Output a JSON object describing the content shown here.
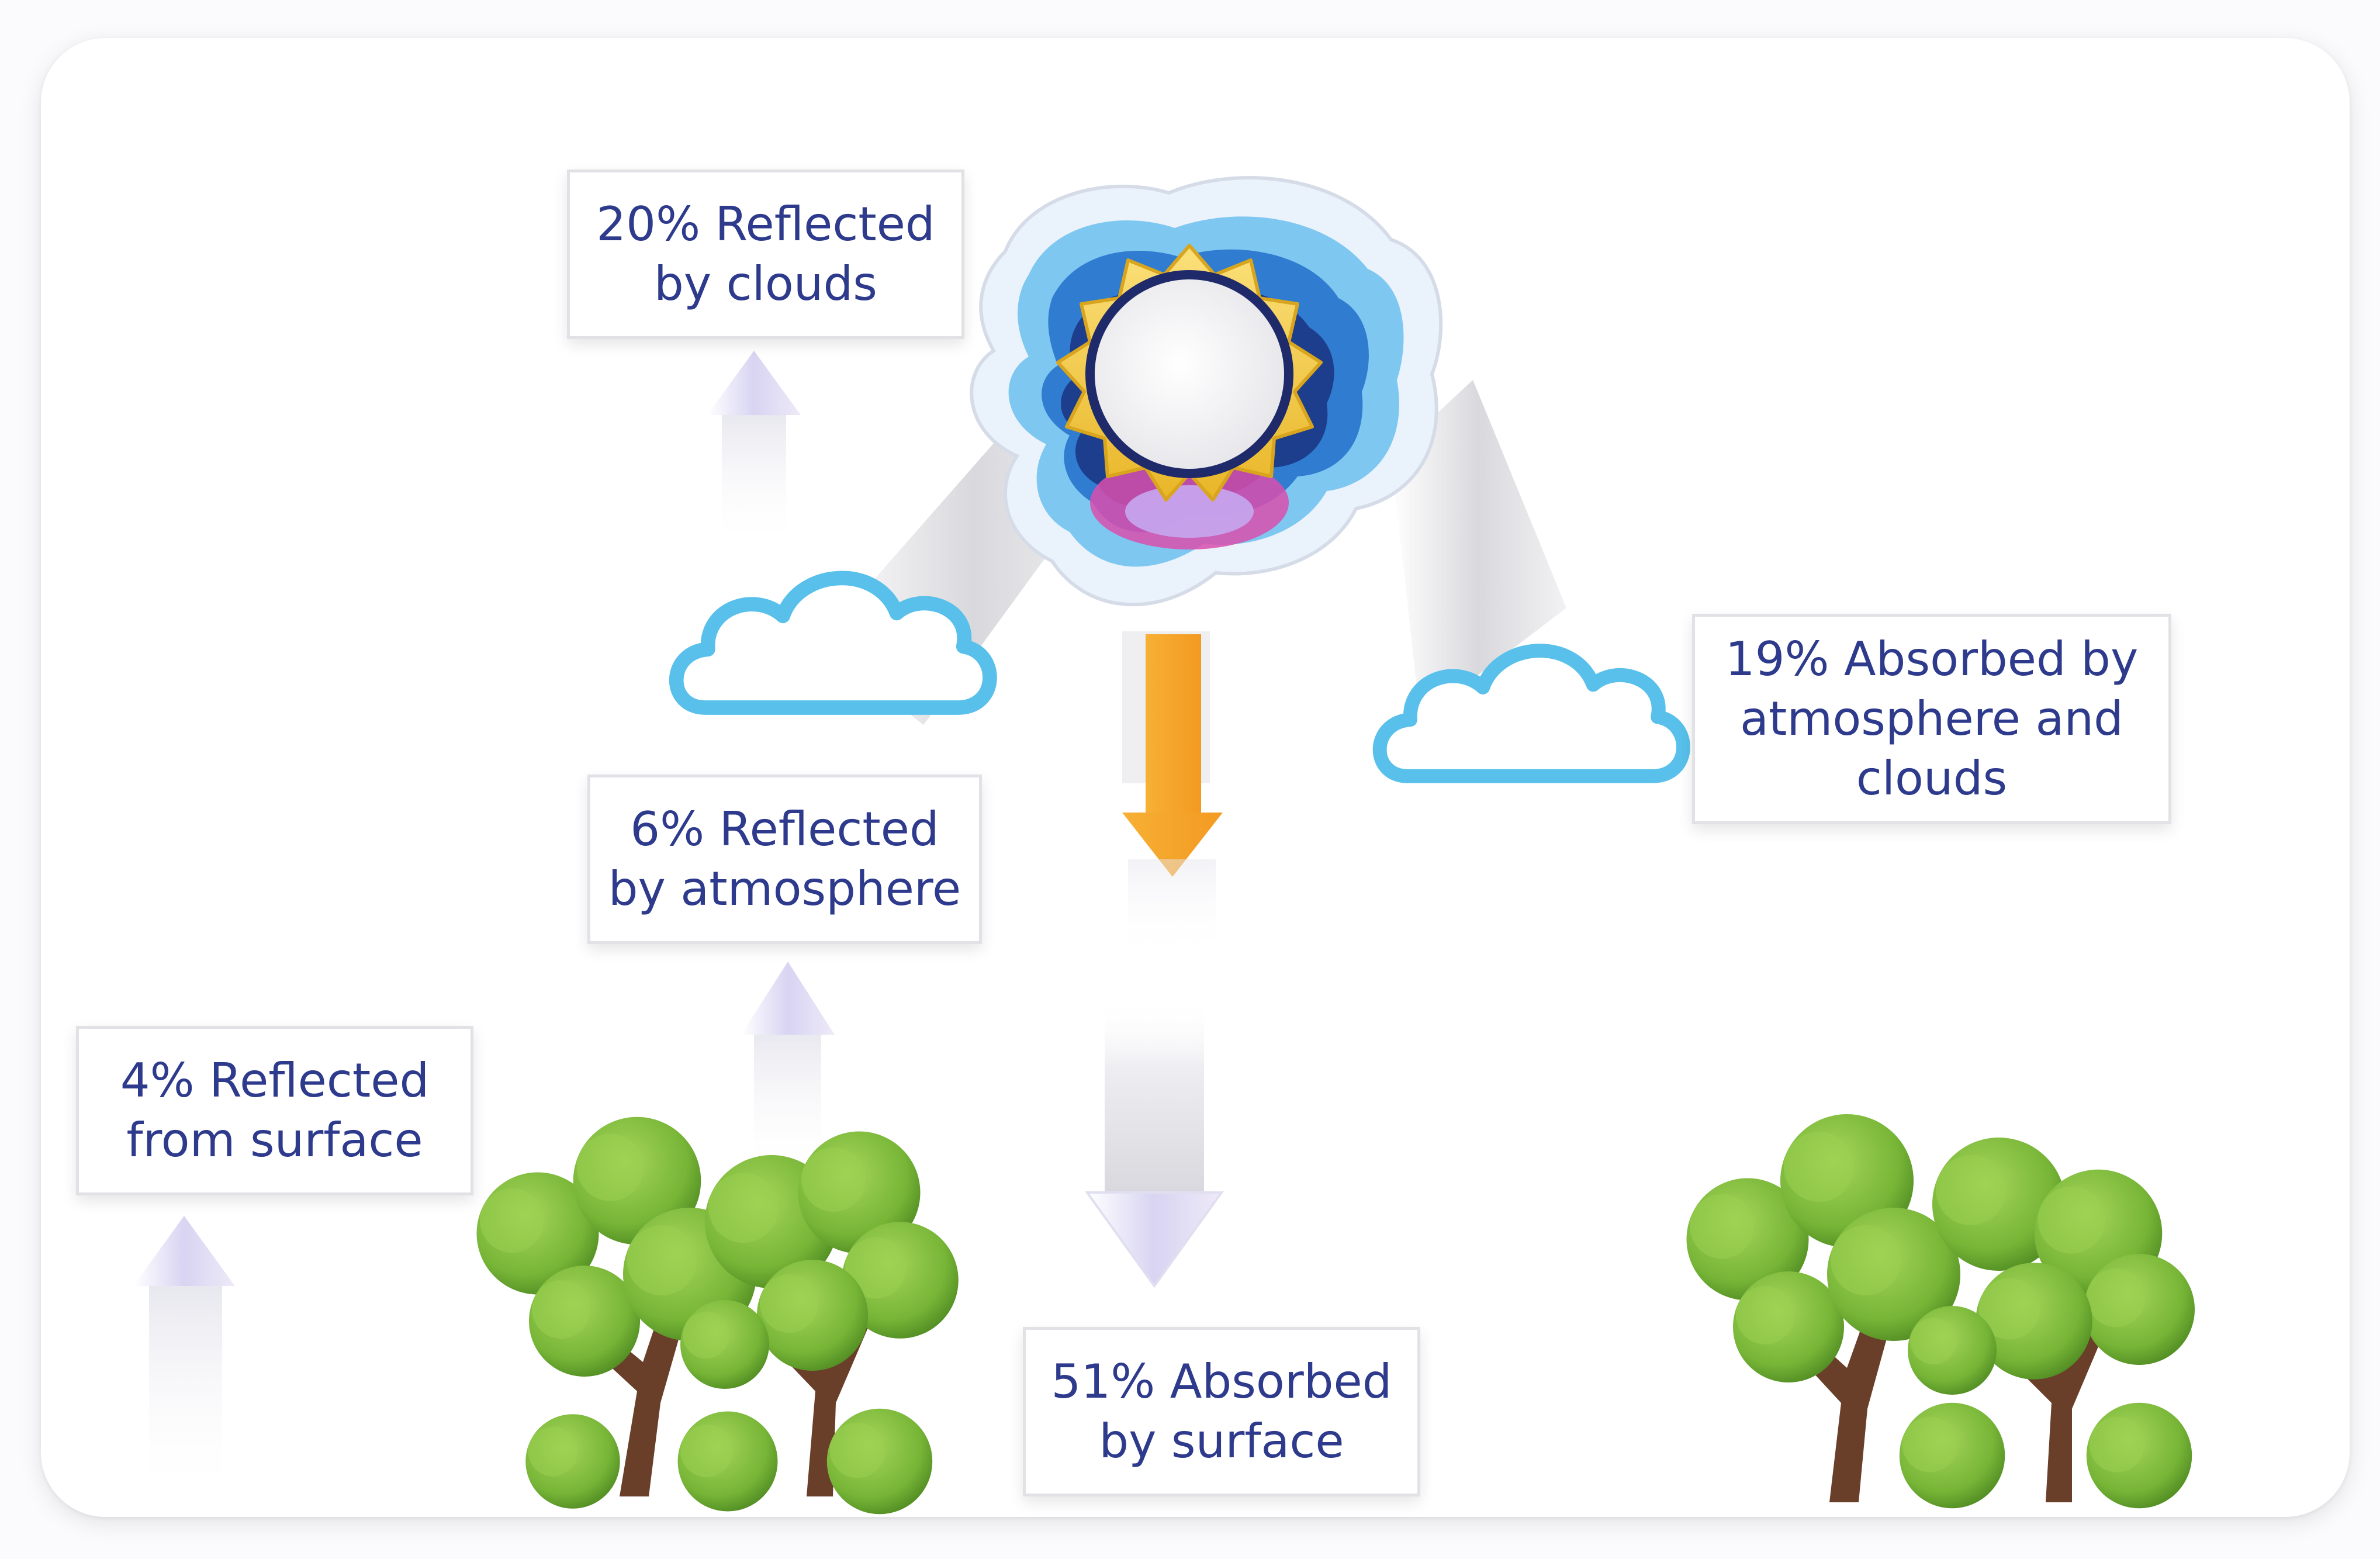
{
  "labels": {
    "reflected_clouds": [
      "20% Reflected",
      "by clouds"
    ],
    "reflected_atmosphere": [
      "6% Reflected",
      "by atmosphere"
    ],
    "reflected_surface": [
      "4% Reflected",
      "from surface"
    ],
    "absorbed_atmosphere": [
      "19% Absorbed by",
      "atmosphere and",
      "clouds"
    ],
    "absorbed_surface": [
      "51% Absorbed",
      "by surface"
    ]
  },
  "icons": {
    "sun": "sun-icon",
    "cloud": "cloud-icon",
    "tree": "tree-icon",
    "arrow_up": "arrow-up-icon",
    "arrow_down": "arrow-down-icon"
  },
  "colors": {
    "label_text": "#2e3a8c",
    "cloud_outline": "#58c0ea",
    "sun_yellow": "#f2c53a",
    "down_arrow": "#f5a22a",
    "foliage": "#7cba3c",
    "trunk": "#6a3f2a"
  }
}
